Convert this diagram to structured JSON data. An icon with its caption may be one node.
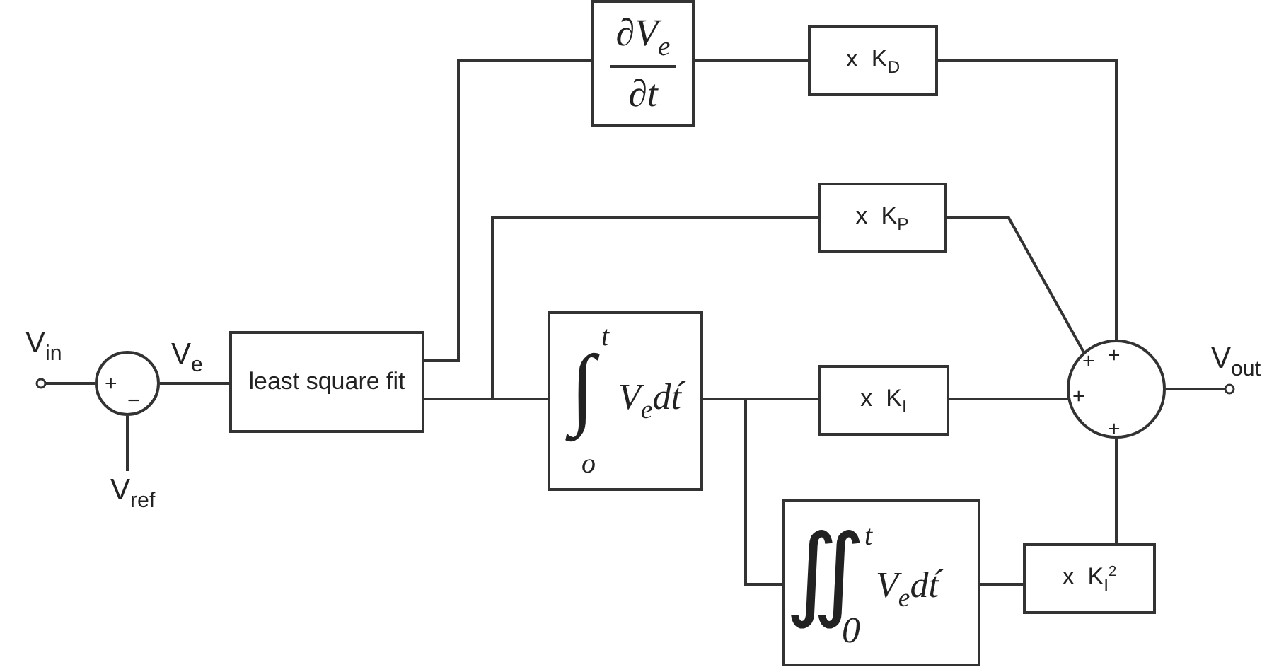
{
  "diagram": {
    "nodes": [
      {
        "text": [
          "V$_{in}$"
        ]
      },
      {
        "text": [
          "+",
          "−"
        ]
      },
      {
        "text": [
          "V$_{ref}$"
        ]
      },
      {
        "text": [
          "least square fit"
        ]
      },
      {
        "text": [
          "∂V$_{e}$",
          "∂t"
        ]
      },
      {
        "text": [
          "x  K$_{D}$"
        ]
      },
      {
        "text": [
          "x  K$_{P}$"
        ]
      },
      {
        "text": [
          "t",
          "∫",
          "V$_{e}$dt́",
          "o"
        ]
      },
      {
        "text": [
          "x  K$_{I}$"
        ]
      },
      {
        "text": [
          "∬",
          "t",
          "0",
          "V$_{e}$dt́"
        ]
      },
      {
        "text": [
          "x  K$_{I}$$^{2}$"
        ]
      },
      {
        "text": [
          "+",
          "+",
          "+",
          "+"
        ]
      },
      {
        "text": [
          "V$_{out}$"
        ]
      }
    ],
    "edges": [
      {
        "from": 0,
        "to": 1,
        "arrow": "none"
      },
      {
        "from": 2,
        "to": 1,
        "arrow": "none"
      },
      {
        "from": 1,
        "to": 3,
        "arrow": "none",
        "label": "V$_{e}$"
      },
      {
        "from": 3,
        "to": 4,
        "arrow": "none"
      },
      {
        "from": 4,
        "to": 5,
        "arrow": "none"
      },
      {
        "from": 5,
        "to": 11,
        "arrow": "none"
      },
      {
        "from": 3,
        "to": 6,
        "arrow": "none"
      },
      {
        "from": 3,
        "to": 7,
        "arrow": "none"
      },
      {
        "from": 6,
        "to": 11,
        "arrow": "none"
      },
      {
        "from": 7,
        "to": 8,
        "arrow": "none"
      },
      {
        "from": 7,
        "to": 9,
        "arrow": "none"
      },
      {
        "from": 8,
        "to": 11,
        "arrow": "none"
      },
      {
        "from": 9,
        "to": 10,
        "arrow": "none"
      },
      {
        "from": 10,
        "to": 11,
        "arrow": "none"
      },
      {
        "from": 11,
        "to": 12,
        "arrow": "none"
      }
    ]
  }
}
